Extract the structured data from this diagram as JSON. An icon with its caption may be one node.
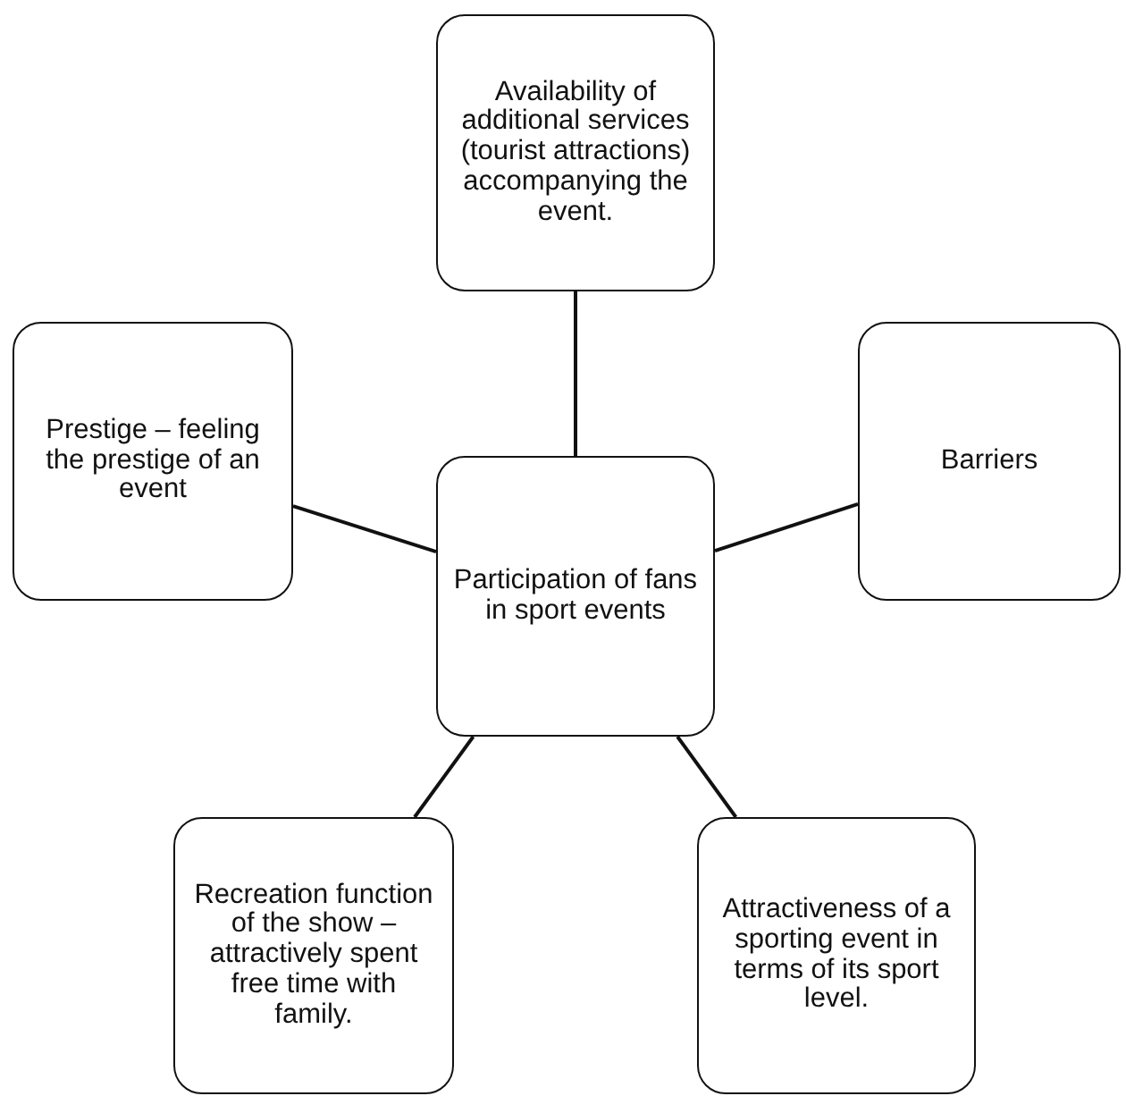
{
  "diagram": {
    "nodes": [
      {
        "text": [
          "Availability of additional services (tourist attractions) accompanying the event."
        ]
      },
      {
        "text": [
          "Prestige – feeling the prestige of an event"
        ]
      },
      {
        "text": [
          "Barriers"
        ]
      },
      {
        "text": [
          "Participation of fans in sport events"
        ]
      },
      {
        "text": [
          "Recreation function of the show – attractively spent free time with family."
        ]
      },
      {
        "text": [
          "Attractiveness of a sporting event in terms of its sport level."
        ]
      }
    ],
    "edges": [
      {
        "from": 3,
        "to": 0,
        "arrow": "none"
      },
      {
        "from": 3,
        "to": 1,
        "arrow": "none"
      },
      {
        "from": 3,
        "to": 2,
        "arrow": "none"
      },
      {
        "from": 3,
        "to": 4,
        "arrow": "none"
      },
      {
        "from": 3,
        "to": 5,
        "arrow": "none"
      }
    ]
  }
}
